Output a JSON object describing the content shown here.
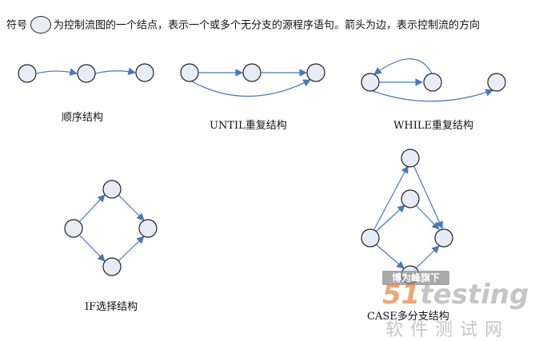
{
  "header": {
    "prefix": "符号",
    "suffix": "为控制流图的一个结点，表示一个或多个无分支的源程序语句。箭头为边，表示控制流的方向"
  },
  "labels": {
    "sequence": "顺序结构",
    "until": "UNTIL重复结构",
    "while": "WHILE重复结构",
    "if": "IF选择结构",
    "case": "CASE多分支结构"
  },
  "watermark": {
    "badge": "博为峰旗下",
    "brand_num": "51",
    "brand_word": "testing",
    "sub": "软件测试网"
  },
  "colors": {
    "node_fill": "#e8ecf6",
    "node_stroke": "#222222",
    "edge": "#4a78b8"
  }
}
